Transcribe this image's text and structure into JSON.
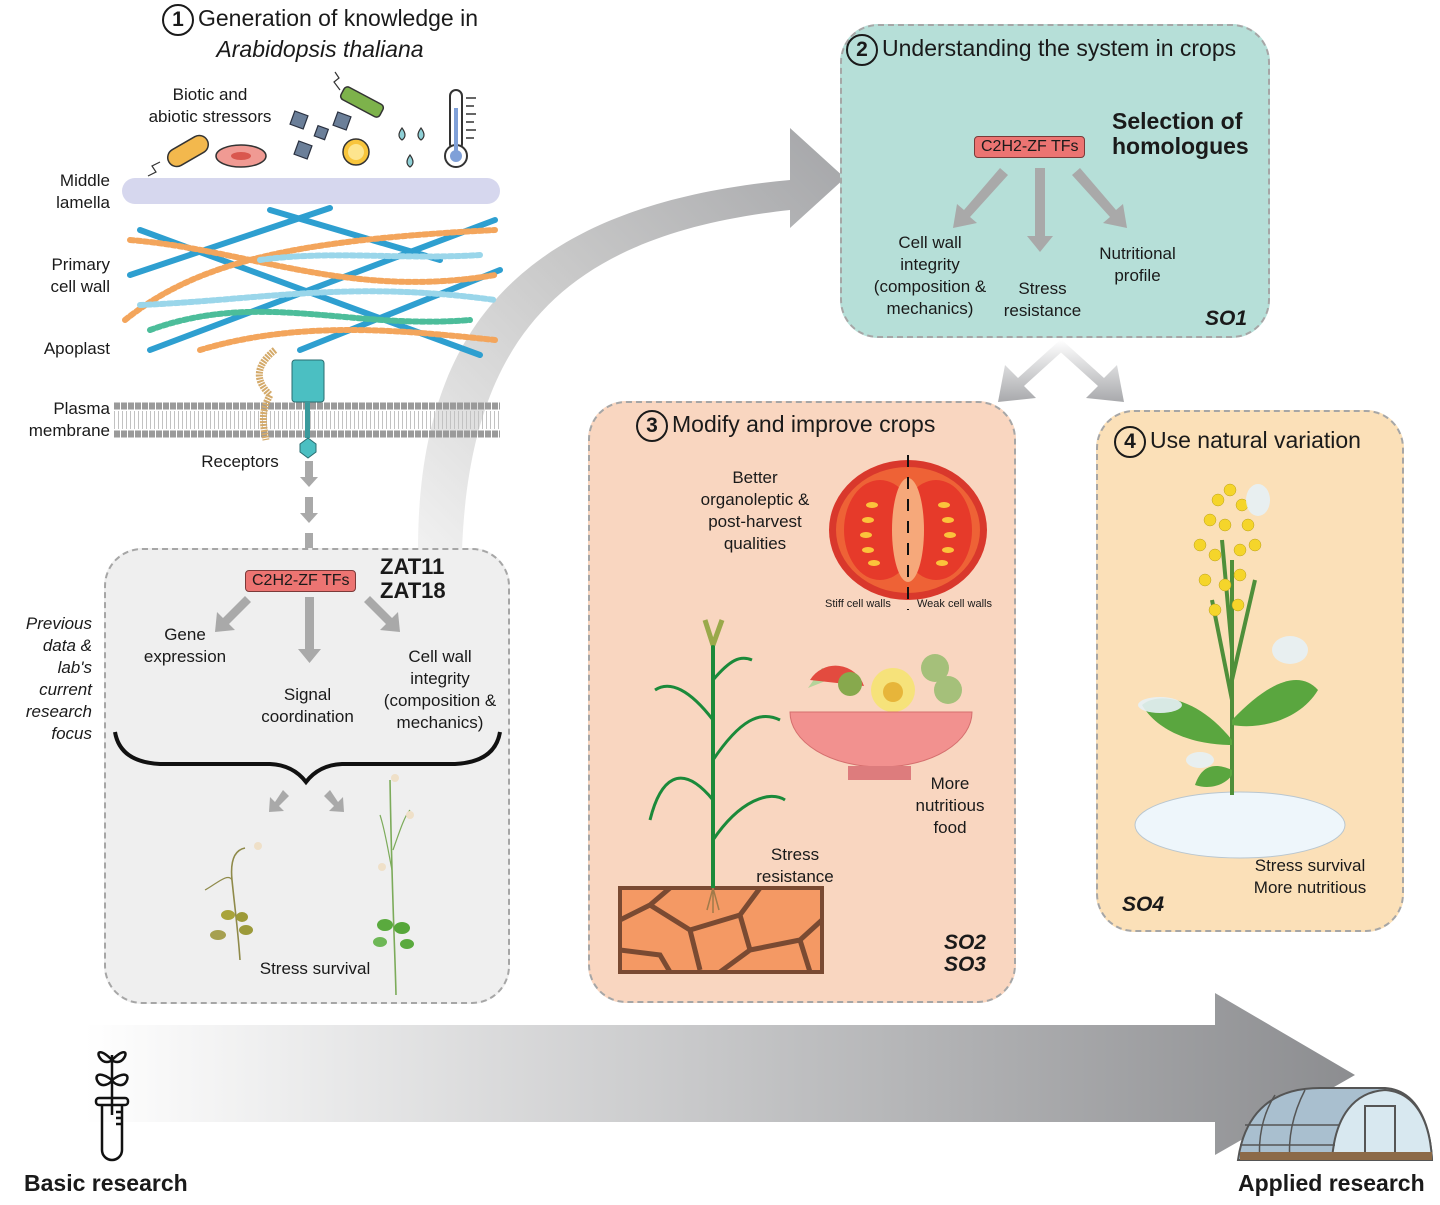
{
  "step1": {
    "number": "1",
    "title_line1": "Generation of knowledge in",
    "title_line2": "Arabidopsis thaliana",
    "stressors_label_line1": "Biotic and",
    "stressors_label_line2": "abiotic stressors",
    "layers": [
      {
        "line1": "Middle",
        "line2": "lamella"
      },
      {
        "line1": "Primary",
        "line2": "cell wall"
      },
      {
        "line1": "Apoplast",
        "line2": ""
      },
      {
        "line1": "Plasma",
        "line2": "membrane"
      }
    ],
    "receptors_label": "Receptors"
  },
  "box_focus": {
    "side_note": [
      "Previous",
      "data &",
      "lab's",
      "current",
      "research",
      "focus"
    ],
    "tf_label": "C2H2-ZF TFs",
    "genes": [
      "ZAT11",
      "ZAT18"
    ],
    "outcomes": {
      "gene_expression": [
        "Gene",
        "expression"
      ],
      "signal_coordination": [
        "Signal",
        "coordination"
      ],
      "cell_wall": [
        "Cell wall",
        "integrity",
        "(composition &",
        "mechanics)"
      ]
    },
    "result": "Stress survival"
  },
  "step2": {
    "number": "2",
    "title": "Understanding the system in crops",
    "tf_label": "C2H2-ZF TFs",
    "selection_line1": "Selection of",
    "selection_line2": "homologues",
    "outcomes": {
      "cell_wall": [
        "Cell wall",
        "integrity",
        "(composition &",
        "mechanics)"
      ],
      "stress": [
        "Stress",
        "resistance"
      ],
      "nutrition": [
        "Nutritional",
        "profile"
      ]
    },
    "so": "SO1",
    "colors": {
      "fill": "#b6dfd8"
    }
  },
  "step3": {
    "number": "3",
    "title": "Modify and improve crops",
    "qualities": [
      "Better",
      "organoleptic &",
      "post-harvest",
      "qualities"
    ],
    "stiff_label": "Stiff cell walls",
    "weak_label": "Weak cell walls",
    "food": [
      "More",
      "nutritious",
      "food"
    ],
    "stress": [
      "Stress",
      "resistance"
    ],
    "so": [
      "SO2",
      "SO3"
    ],
    "colors": {
      "fill": "#f9d6c0"
    }
  },
  "step4": {
    "number": "4",
    "title": "Use natural variation",
    "outcomes": [
      "Stress survival",
      "More nutritious"
    ],
    "so": "SO4",
    "colors": {
      "fill": "#fbe0b8"
    }
  },
  "bottom": {
    "basic_label": "Basic research",
    "applied_label": "Applied research"
  }
}
